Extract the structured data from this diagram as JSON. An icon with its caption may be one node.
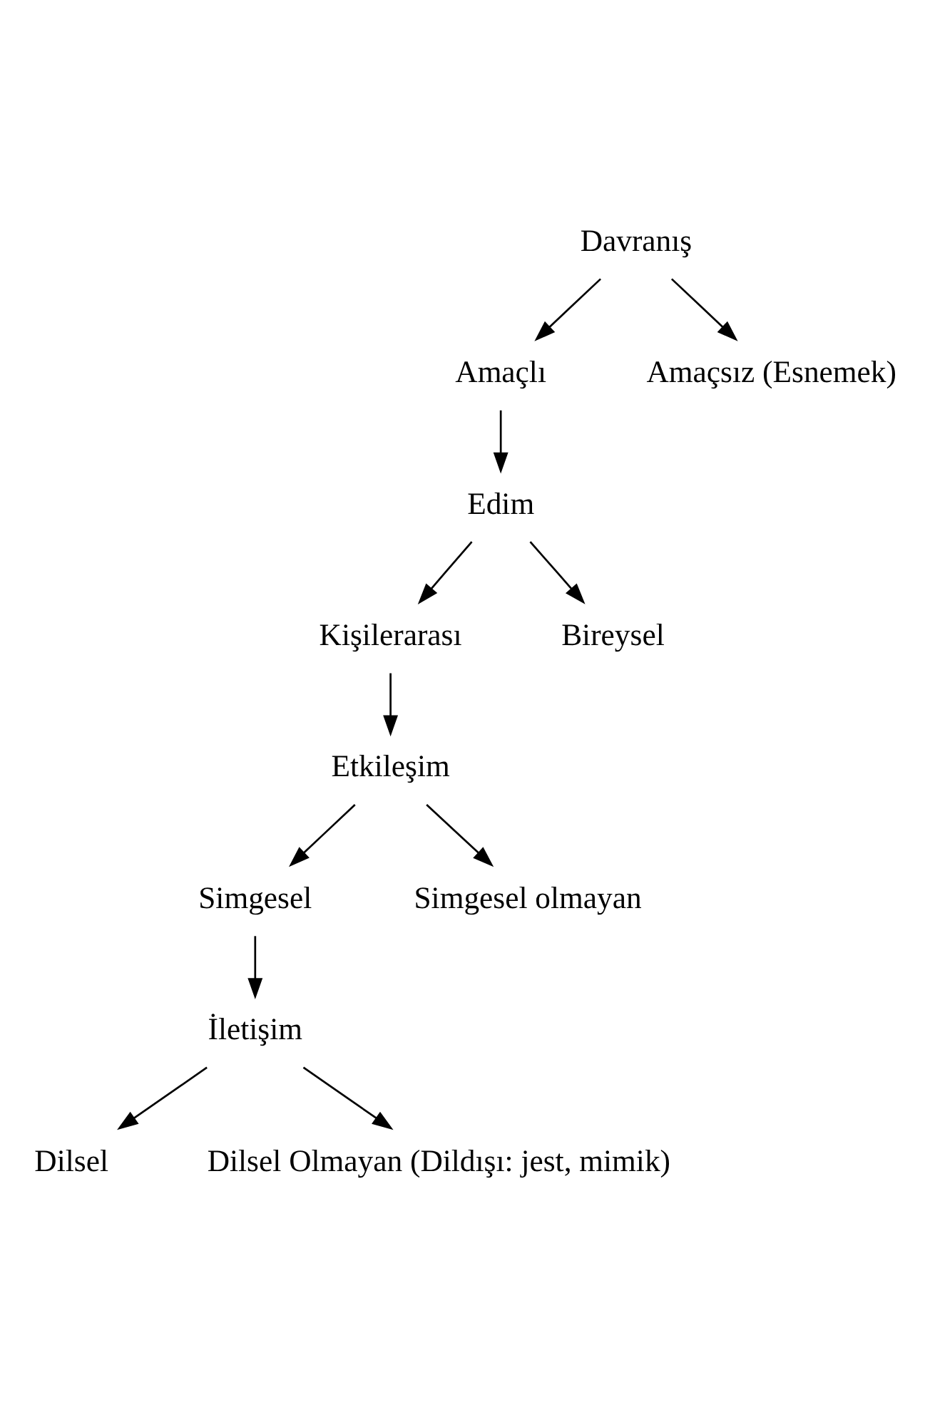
{
  "diagram": {
    "nodes": [
      {
        "text": [
          "Davranış"
        ]
      },
      {
        "text": [
          "Amaçlı"
        ]
      },
      {
        "text": [
          "Amaçsız (Esnemek)"
        ]
      },
      {
        "text": [
          "Edim"
        ]
      },
      {
        "text": [
          "Kişilerarası"
        ]
      },
      {
        "text": [
          "Bireysel"
        ]
      },
      {
        "text": [
          "Etkileşim"
        ]
      },
      {
        "text": [
          "Simgesel"
        ]
      },
      {
        "text": [
          "Simgesel olmayan"
        ]
      },
      {
        "text": [
          "İletişim"
        ]
      },
      {
        "text": [
          "Dilsel"
        ]
      },
      {
        "text": [
          "Dilsel Olmayan (Dildışı: jest, mimik)"
        ]
      }
    ],
    "edges": [
      {
        "from": 0,
        "to": 1,
        "arrow": "to"
      },
      {
        "from": 0,
        "to": 2,
        "arrow": "to"
      },
      {
        "from": 1,
        "to": 3,
        "arrow": "to"
      },
      {
        "from": 3,
        "to": 4,
        "arrow": "to"
      },
      {
        "from": 3,
        "to": 5,
        "arrow": "to"
      },
      {
        "from": 4,
        "to": 6,
        "arrow": "to"
      },
      {
        "from": 6,
        "to": 7,
        "arrow": "to"
      },
      {
        "from": 6,
        "to": 8,
        "arrow": "to"
      },
      {
        "from": 7,
        "to": 9,
        "arrow": "to"
      },
      {
        "from": 9,
        "to": 10,
        "arrow": "to"
      },
      {
        "from": 9,
        "to": 11,
        "arrow": "to"
      }
    ]
  }
}
